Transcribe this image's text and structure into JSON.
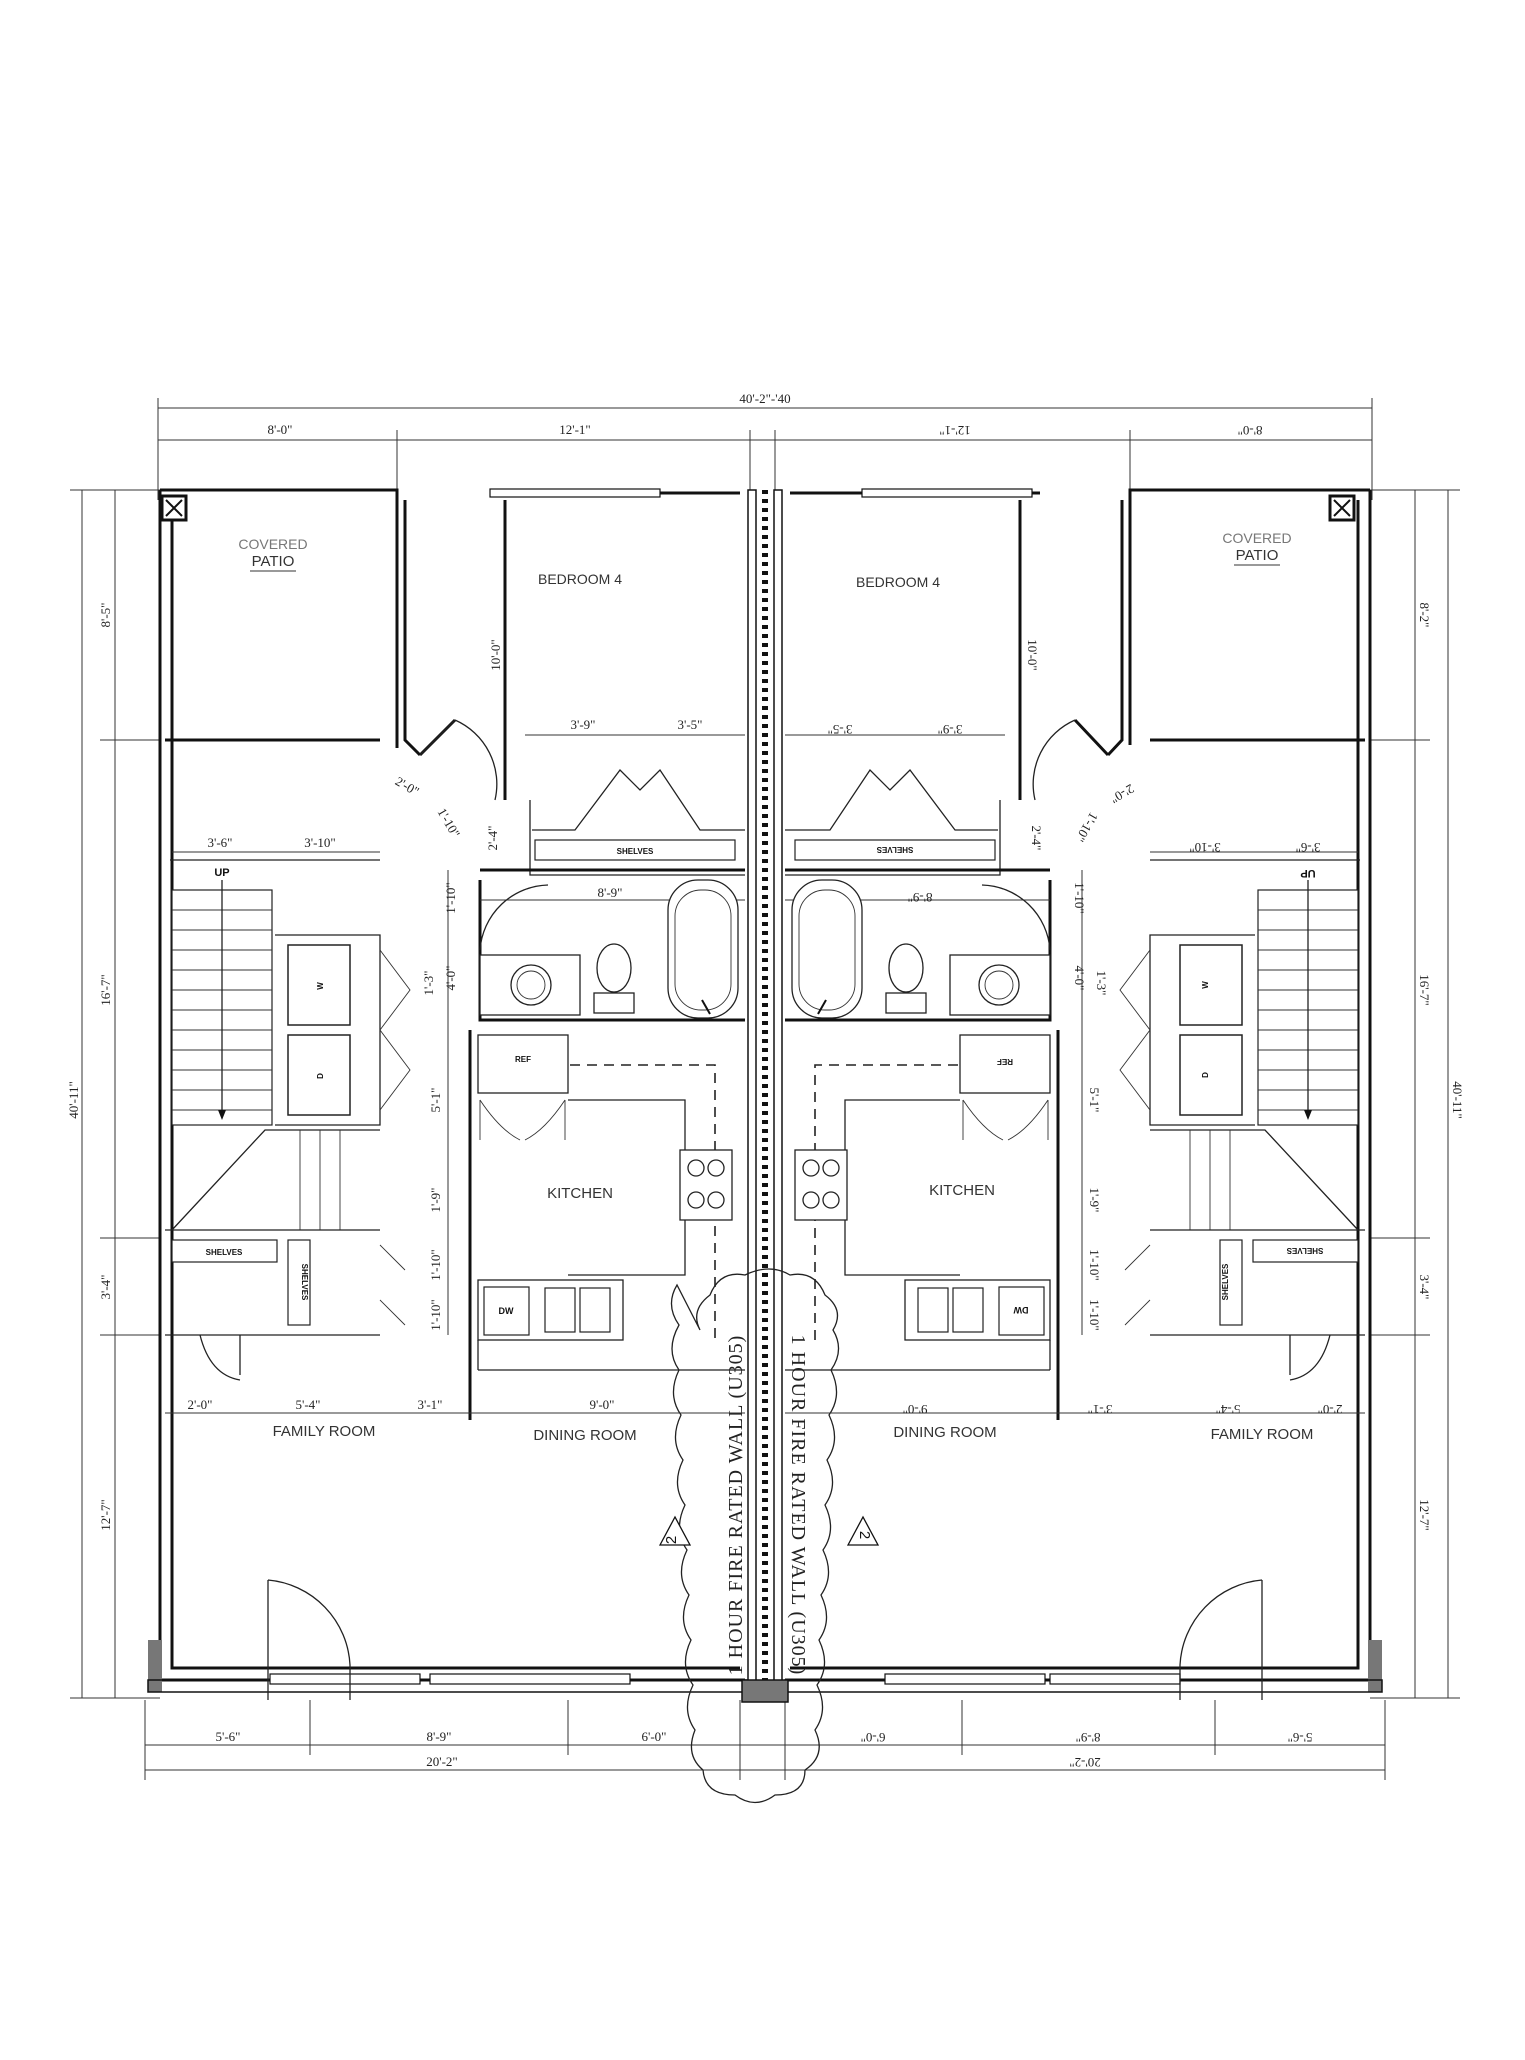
{
  "overall_dims": {
    "top_total": "40'-2\"-'40",
    "left_total": "40'-11\"",
    "right_total": "40'-11\""
  },
  "top_dims": {
    "left_patio": "8'-0\"",
    "left_bed": "12'-1\"",
    "right_bed": "12'-1\"",
    "right_patio": "8'-0\""
  },
  "bottom_dims": {
    "l1": "5'-6\"",
    "l2": "8'-9\"",
    "l3": "6'-0\"",
    "l_total": "20'-2\"",
    "r1": "6'-0\"",
    "r2": "8'-9\"",
    "r3": "5'-6\"",
    "r_total": "20'-2\""
  },
  "left_side_dims": [
    "8'-5\"",
    "16'-7\"",
    "3'-4\"",
    "12'-7\""
  ],
  "right_side_dims": [
    "8'-2\"",
    "16'-7\"",
    "3'-4\"",
    "12'-7\""
  ],
  "interior_dims": {
    "bed_width": "10'-0\"",
    "closet_a": "3'-9\"",
    "closet_b": "3'-5\"",
    "bath_w": "8'-9\"",
    "diag_a": "2'-0\"",
    "diag_b": "1'-10\"",
    "bath_small": "2'-4\"",
    "stair_a": "3'-6\"",
    "stair_b": "3'-10\"",
    "hall_a": "1'-10\"",
    "hall_b": "4'-0\"",
    "hall_c": "1'-3\"",
    "hall_d": "5'-1\"",
    "hall_e": "1'-9\"",
    "hall_f": "1'-10\"",
    "hall_g": "1'-10\"",
    "row_a": "2'-0\"",
    "row_b": "5'-4\"",
    "row_c": "3'-1\"",
    "row_d": "9'-0\""
  },
  "rooms": {
    "covered": "COVERED",
    "patio": "PATIO",
    "bedroom": "BEDROOM 4",
    "kitchen": "KITCHEN",
    "dining": "DINING ROOM",
    "family": "FAMILY ROOM"
  },
  "labels": {
    "up": "UP",
    "shelves": "SHELVES",
    "dw": "DW",
    "ref": "REF",
    "washer": "W",
    "dryer": "D"
  },
  "fire_wall": {
    "text": "1 HOUR FIRE RATED WALL (U305)",
    "tag": "2"
  }
}
